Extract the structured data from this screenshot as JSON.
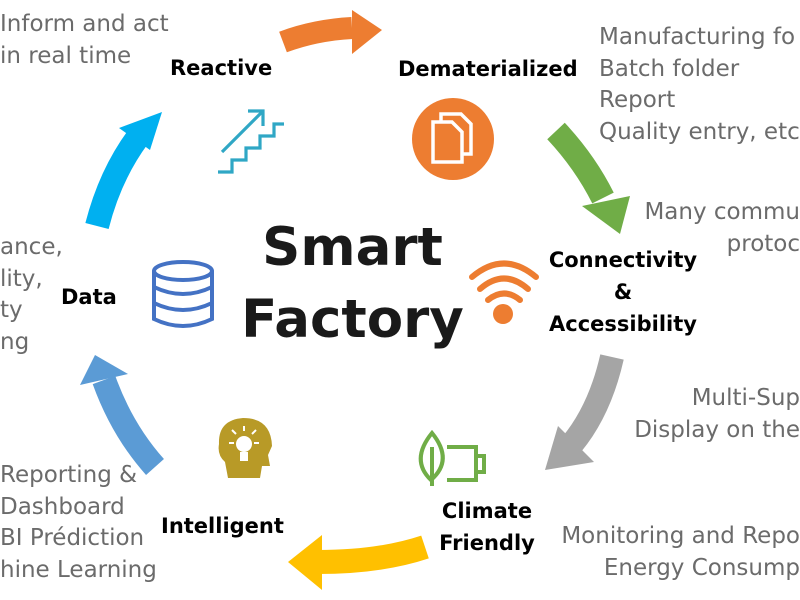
{
  "title": {
    "line1": "Smart",
    "line2": "Factory"
  },
  "nodes": {
    "reactive": {
      "label": "Reactive"
    },
    "dematerialized": {
      "label": "Dematerialized"
    },
    "connectivity": {
      "line1": "Connectivity",
      "line2": "&",
      "line3": "Accessibility"
    },
    "climate": {
      "line1": "Climate",
      "line2": "Friendly"
    },
    "intelligent": {
      "label": "Intelligent"
    },
    "data": {
      "label": "Data"
    }
  },
  "notes": {
    "reactive": [
      "Inform and act",
      "in real time"
    ],
    "dematerialized": [
      "Manufacturing fo",
      "Batch folder",
      "Report",
      "Quality entry, etc."
    ],
    "connectivity": [
      "Many commu",
      "protoc"
    ],
    "multisupport": [
      "Multi-Sup",
      "Display on the"
    ],
    "climate": [
      "Monitoring and Repo",
      "Energy Consump"
    ],
    "intelligent": [
      "Reporting &",
      "Dashboard",
      "BI Prédiction",
      "hine Learning"
    ],
    "data": [
      "ance,",
      "lity,",
      "ty",
      "ng"
    ]
  },
  "colors": {
    "orange": "#ed7d31",
    "green": "#70ad47",
    "gray": "#a5a5a5",
    "yellow": "#ffc000",
    "blue": "#5b9bd5",
    "cyan": "#00b0f0",
    "db_blue": "#4472c4",
    "teal": "#2fa7c5",
    "bulb": "#b89a27"
  },
  "icons": {
    "reactive": "stairs-up-arrow-icon",
    "dematerialized": "documents-icon",
    "connectivity": "wifi-icon",
    "climate": "leaf-battery-icon",
    "intelligent": "head-lightbulb-icon",
    "data": "database-icon"
  }
}
